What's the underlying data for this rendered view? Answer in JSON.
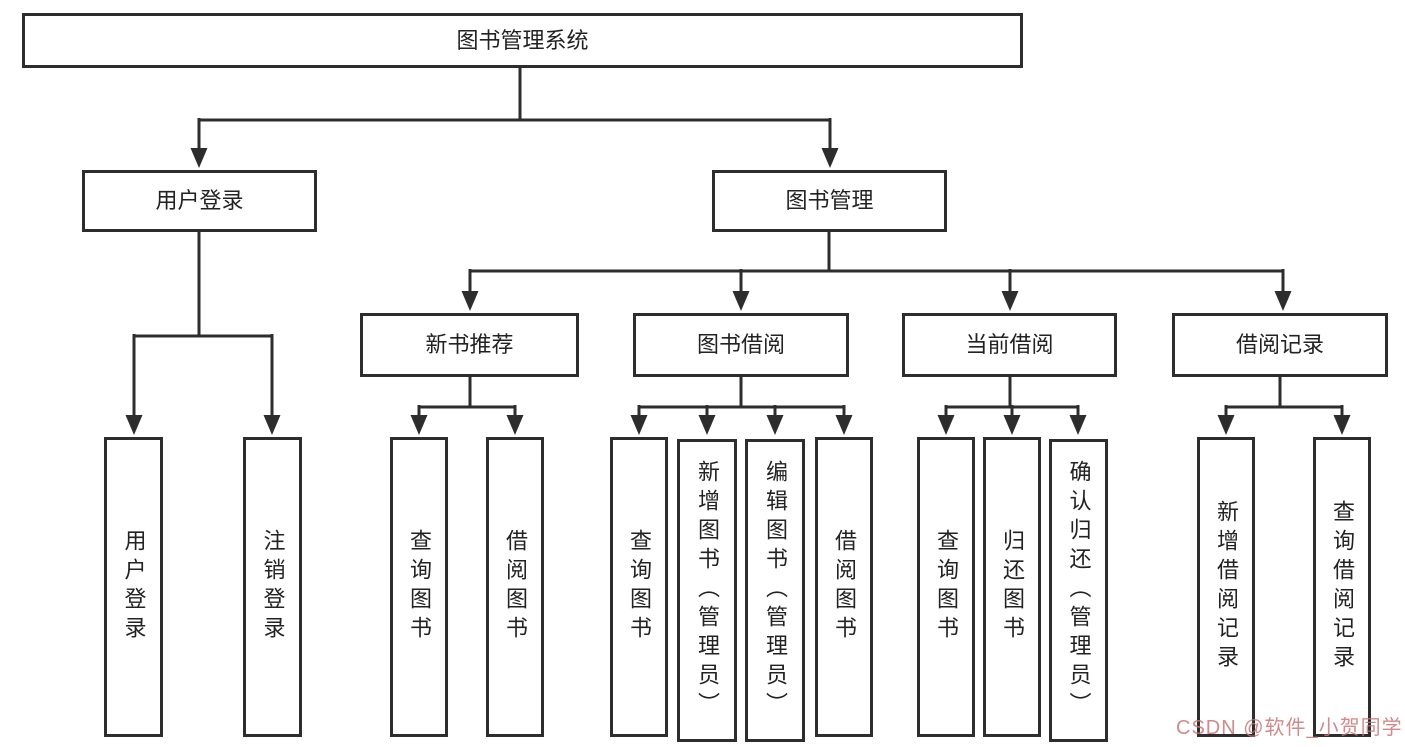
{
  "watermark": {
    "text": "CSDN @软件_小贺同学",
    "color": "#c97676"
  },
  "colors": {
    "line": "#2d2d2d",
    "box_border": "#2d2d2d",
    "box_fill": "#ffffff",
    "text": "#222222",
    "background": "#ffffff"
  },
  "tree": {
    "root": {
      "label": "图书管理系统",
      "children": [
        {
          "label": "用户登录",
          "children": [
            {
              "label": "用户登录"
            },
            {
              "label": "注销登录"
            }
          ]
        },
        {
          "label": "图书管理",
          "children": [
            {
              "label": "新书推荐",
              "children": [
                {
                  "label": "查询图书"
                },
                {
                  "label": "借阅图书"
                }
              ]
            },
            {
              "label": "图书借阅",
              "children": [
                {
                  "label": "查询图书"
                },
                {
                  "label": "新增图书（管理员）"
                },
                {
                  "label": "编辑图书（管理员）"
                },
                {
                  "label": "借阅图书"
                }
              ]
            },
            {
              "label": "当前借阅",
              "children": [
                {
                  "label": "查询图书"
                },
                {
                  "label": "归还图书"
                },
                {
                  "label": "确认归还（管理员）"
                }
              ]
            },
            {
              "label": "借阅记录",
              "children": [
                {
                  "label": "新增借阅记录"
                },
                {
                  "label": "查询借阅记录"
                }
              ]
            }
          ]
        }
      ]
    }
  }
}
